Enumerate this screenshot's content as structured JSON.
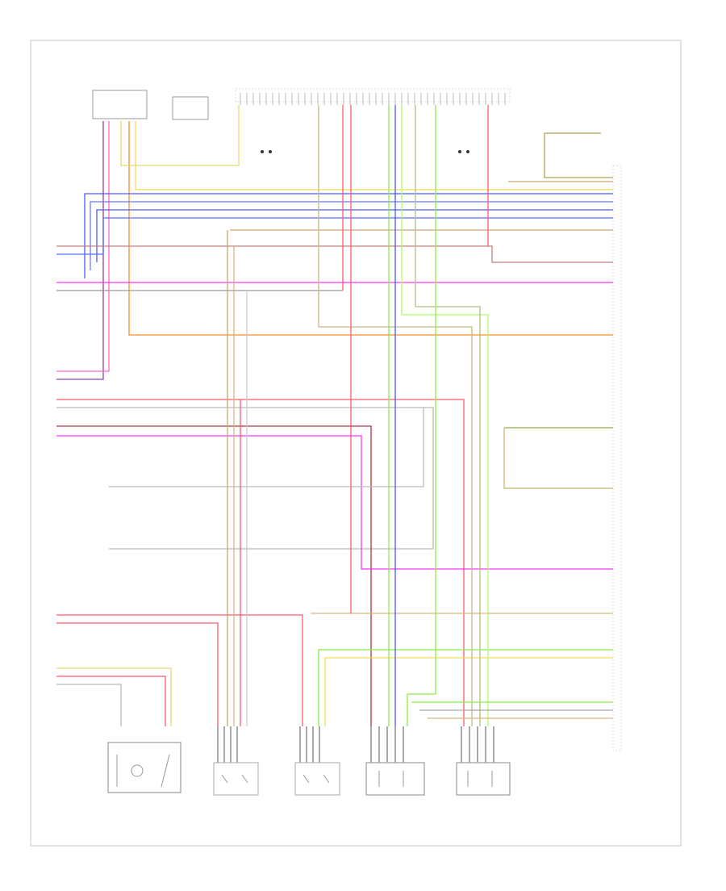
{
  "diagram": {
    "page_ref": "",
    "frame_color": "#cfcfcf",
    "components": [
      {
        "id": "left-front-o2-sensor",
        "label": ""
      },
      {
        "id": "left-rear-o2-sensor",
        "label": ""
      },
      {
        "id": "engine-control-module-top",
        "label": ""
      },
      {
        "id": "engine-control-module-right",
        "label": ""
      },
      {
        "id": "throttle-valve-control-module",
        "label": ""
      },
      {
        "id": "ignition-coil-1",
        "label": ""
      },
      {
        "id": "ignition-coil-2",
        "label": ""
      },
      {
        "id": "ignition-coil-3",
        "label": ""
      },
      {
        "id": "ignition-coil-4",
        "label": ""
      },
      {
        "id": "transmission-control-module-note",
        "label": ""
      },
      {
        "id": "instrument-cluster-note",
        "label": ""
      },
      {
        "id": "heater-relay-top-right",
        "label": ""
      }
    ],
    "wire_colors": {
      "pink": "#ff66cc",
      "magenta": "#ff33ff",
      "red": "#ff5a6e",
      "blue": "#4a5bff",
      "orange": "#ff8a1e",
      "yellow": "#eedd55",
      "green": "#88ee44",
      "light_green": "#aaff66",
      "olive": "#b0a050",
      "tan": "#c8a870",
      "gray": "#999999",
      "brown": "#a07040",
      "dark_red": "#b03040",
      "purple": "#8844aa"
    }
  }
}
